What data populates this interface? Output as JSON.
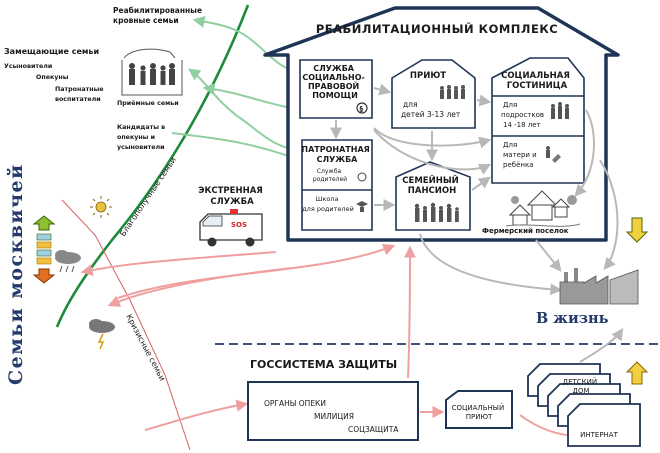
{
  "side_title": "Семьи москвичей",
  "rehab_complex": {
    "title": "РЕАБИЛИТАЦИОННЫЙ КОМПЛЕКС",
    "legal_service": [
      "СЛУЖБА",
      "СОЦИАЛЬНО-",
      "ПРАВОВОЙ",
      "ПОМОЩИ"
    ],
    "shelter_title": "ПРИЮТ",
    "shelter_note": [
      "для",
      "детей 3-13 лет"
    ],
    "hotel_title": [
      "СОЦИАЛЬНАЯ",
      "ГОСТИНИЦА"
    ],
    "hotel_teens": [
      "Для",
      "подростков",
      "14 -18 лет"
    ],
    "hotel_mothers": [
      "Для",
      "матери и",
      "ребёнка"
    ],
    "patronage_title": [
      "ПАТРОНАТНАЯ",
      "СЛУЖБА"
    ],
    "patronage_sub": [
      "Служба",
      "родителей"
    ],
    "parents_school": [
      "Школа",
      "для родителей"
    ],
    "family_pension": [
      "СЕМЕЙНЫЙ",
      "ПАНСИОН"
    ],
    "farm": "Фермерский поселок"
  },
  "left_panel": {
    "rehab_families": [
      "Реабилитированные",
      "кровные семьи"
    ],
    "foster_families": "Замещающие семьи",
    "foster_types": [
      "Усыновители",
      "Опекуны",
      "Патронатные",
      "воспитатели"
    ],
    "adoptive": "Приёмные семьи",
    "candidates": [
      "Кандидаты в",
      "опекуны и",
      "усыновители"
    ],
    "prosperous": "Благополучные семьи",
    "crisis": "Кризисные семьи"
  },
  "emergency": {
    "title": [
      "ЭКСТРЕННАЯ",
      "СЛУЖБА"
    ],
    "sign": "SOS"
  },
  "into_life": "В жизнь",
  "state_system": {
    "title": "ГОССИСТЕМА ЗАЩИТЫ",
    "organs": [
      "ОРГАНЫ ОПЕКИ",
      "МИЛИЦИЯ",
      "СОЦЗАЩИТА"
    ],
    "social_shelter": [
      "СОЦИАЛЬНЫЙ",
      "ПРИЮТ"
    ],
    "children_home": [
      "ДЕТСКИЙ",
      "ДОМ"
    ],
    "boarding": "ИНТЕРНАТ"
  },
  "colors": {
    "outline": "#1f3555",
    "green_arrow": "#8fcfa0",
    "pink_arrow": "#ef9f9f",
    "grey_arrow": "#b8b8b8",
    "green_line": "#1e8a3c",
    "red_line": "#d96060"
  }
}
